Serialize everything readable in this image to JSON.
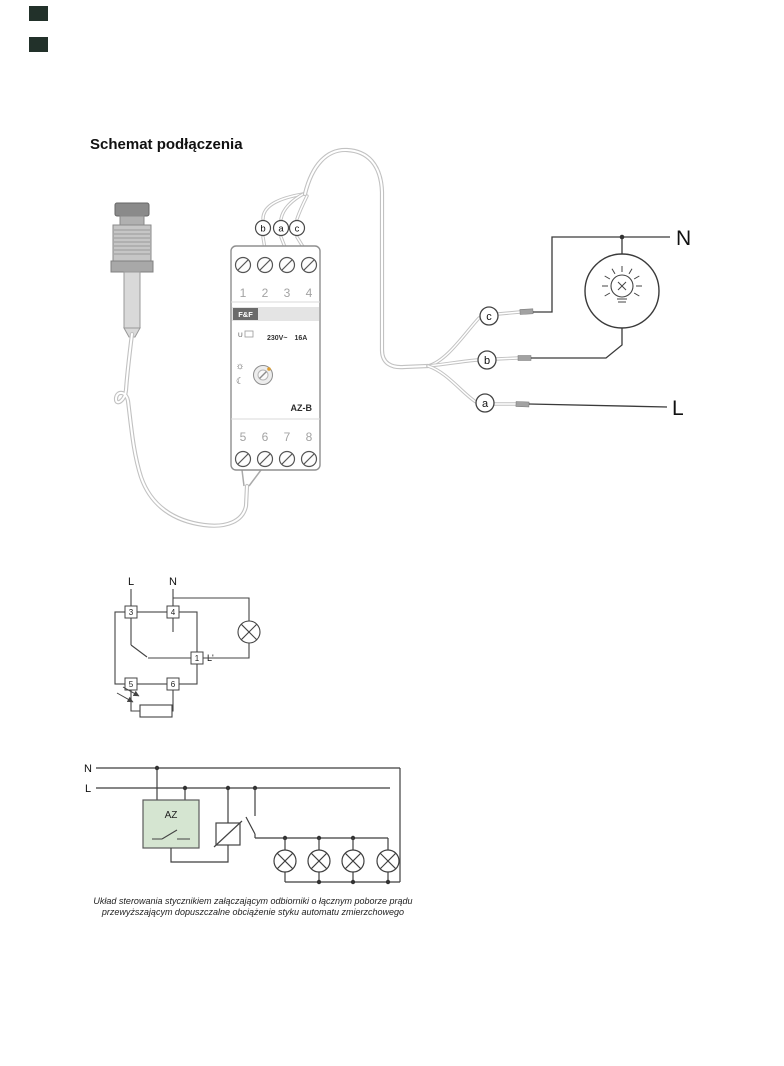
{
  "page": {
    "title": "Schemat podłączenia"
  },
  "module": {
    "brand": "F&F",
    "voltage": "230V~",
    "current": "16A",
    "model": "AZ-B",
    "indicator_u": "U",
    "top_terminals": [
      "1",
      "2",
      "3",
      "4"
    ],
    "bottom_terminals": [
      "5",
      "6",
      "7",
      "8"
    ]
  },
  "wiring": {
    "top_wire_labels": [
      "b",
      "a",
      "c"
    ],
    "connector_labels": [
      "c",
      "b",
      "a"
    ],
    "line_neutral": "N",
    "line_phase": "L"
  },
  "schematic_internal": {
    "label_phase": "L",
    "label_neutral": "N",
    "terminals": {
      "t3": "3",
      "t4": "4",
      "t1": "1",
      "t5": "5",
      "t6": "6"
    },
    "label_output": "L'"
  },
  "schematic_contactor": {
    "label_neutral": "N",
    "label_phase": "L",
    "device_label": "AZ"
  },
  "caption": {
    "line1": "Układ sterowania stycznikiem załączającym odbiorniki o łącznym poborze prądu",
    "line2": "przewyższającym dopuszczalne obciążenie styku automatu zmierzchowego"
  }
}
